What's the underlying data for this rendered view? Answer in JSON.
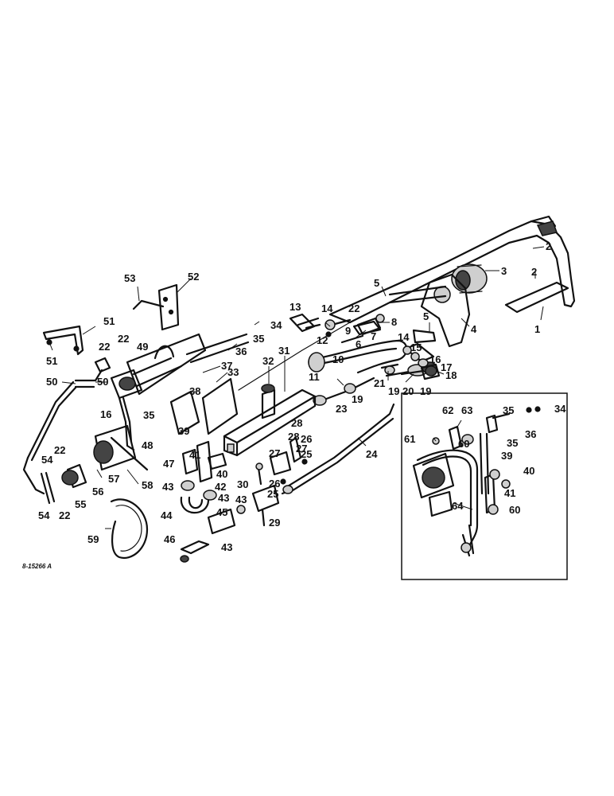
{
  "figure": {
    "reference": "8-15266 A"
  },
  "callouts": [
    {
      "id": "c1",
      "text": "1"
    },
    {
      "id": "c2a",
      "text": "2"
    },
    {
      "id": "c2b",
      "text": "2"
    },
    {
      "id": "c3",
      "text": "3"
    },
    {
      "id": "c4",
      "text": "4"
    },
    {
      "id": "c5a",
      "text": "5"
    },
    {
      "id": "c5b",
      "text": "5"
    },
    {
      "id": "c6",
      "text": "6"
    },
    {
      "id": "c7",
      "text": "7"
    },
    {
      "id": "c8",
      "text": "8"
    },
    {
      "id": "c9",
      "text": "9"
    },
    {
      "id": "c10",
      "text": "10"
    },
    {
      "id": "c11",
      "text": "11"
    },
    {
      "id": "c12",
      "text": "12"
    },
    {
      "id": "c13",
      "text": "13"
    },
    {
      "id": "c14a",
      "text": "14"
    },
    {
      "id": "c14b",
      "text": "14"
    },
    {
      "id": "c15",
      "text": "15"
    },
    {
      "id": "c16a",
      "text": "16"
    },
    {
      "id": "c16b",
      "text": "16"
    },
    {
      "id": "c17",
      "text": "17"
    },
    {
      "id": "c18",
      "text": "18"
    },
    {
      "id": "c19a",
      "text": "19"
    },
    {
      "id": "c19b",
      "text": "19"
    },
    {
      "id": "c19c",
      "text": "19"
    },
    {
      "id": "c20",
      "text": "20"
    },
    {
      "id": "c21",
      "text": "21"
    },
    {
      "id": "c22a",
      "text": "22"
    },
    {
      "id": "c22b",
      "text": "22"
    },
    {
      "id": "c22c",
      "text": "22"
    },
    {
      "id": "c22d",
      "text": "22"
    },
    {
      "id": "c22e",
      "text": "22"
    },
    {
      "id": "c23",
      "text": "23"
    },
    {
      "id": "c24",
      "text": "24"
    },
    {
      "id": "c25a",
      "text": "25"
    },
    {
      "id": "c25b",
      "text": "25"
    },
    {
      "id": "c26a",
      "text": "26"
    },
    {
      "id": "c26b",
      "text": "26"
    },
    {
      "id": "c27a",
      "text": "27"
    },
    {
      "id": "c27b",
      "text": "27"
    },
    {
      "id": "c28a",
      "text": "28"
    },
    {
      "id": "c28b",
      "text": "28"
    },
    {
      "id": "c29",
      "text": "29"
    },
    {
      "id": "c30",
      "text": "30"
    },
    {
      "id": "c31",
      "text": "31"
    },
    {
      "id": "c32",
      "text": "32"
    },
    {
      "id": "c33",
      "text": "33"
    },
    {
      "id": "c34a",
      "text": "34"
    },
    {
      "id": "c34b",
      "text": "34"
    },
    {
      "id": "c35a",
      "text": "35"
    },
    {
      "id": "c35b",
      "text": "35"
    },
    {
      "id": "c35c",
      "text": "35"
    },
    {
      "id": "c35d",
      "text": "35"
    },
    {
      "id": "c36a",
      "text": "36"
    },
    {
      "id": "c36b",
      "text": "36"
    },
    {
      "id": "c37",
      "text": "37"
    },
    {
      "id": "c38",
      "text": "38"
    },
    {
      "id": "c39a",
      "text": "39"
    },
    {
      "id": "c39b",
      "text": "39"
    },
    {
      "id": "c40a",
      "text": "40"
    },
    {
      "id": "c40b",
      "text": "40"
    },
    {
      "id": "c41a",
      "text": "41"
    },
    {
      "id": "c41b",
      "text": "41"
    },
    {
      "id": "c42",
      "text": "42"
    },
    {
      "id": "c43a",
      "text": "43"
    },
    {
      "id": "c43b",
      "text": "43"
    },
    {
      "id": "c43c",
      "text": "43"
    },
    {
      "id": "c43d",
      "text": "43"
    },
    {
      "id": "c44",
      "text": "44"
    },
    {
      "id": "c45",
      "text": "45"
    },
    {
      "id": "c46",
      "text": "46"
    },
    {
      "id": "c47",
      "text": "47"
    },
    {
      "id": "c48",
      "text": "48"
    },
    {
      "id": "c49",
      "text": "49"
    },
    {
      "id": "c50a",
      "text": "50"
    },
    {
      "id": "c50b",
      "text": "50"
    },
    {
      "id": "c51a",
      "text": "51"
    },
    {
      "id": "c51b",
      "text": "51"
    },
    {
      "id": "c52",
      "text": "52"
    },
    {
      "id": "c53",
      "text": "53"
    },
    {
      "id": "c54a",
      "text": "54"
    },
    {
      "id": "c54b",
      "text": "54"
    },
    {
      "id": "c55",
      "text": "55"
    },
    {
      "id": "c56",
      "text": "56"
    },
    {
      "id": "c57",
      "text": "57"
    },
    {
      "id": "c58",
      "text": "58"
    },
    {
      "id": "c59",
      "text": "59"
    },
    {
      "id": "c60a",
      "text": "60"
    },
    {
      "id": "c60b",
      "text": "60"
    },
    {
      "id": "c61",
      "text": "61"
    },
    {
      "id": "c62",
      "text": "62"
    },
    {
      "id": "c63",
      "text": "63"
    },
    {
      "id": "c64",
      "text": "64"
    }
  ]
}
